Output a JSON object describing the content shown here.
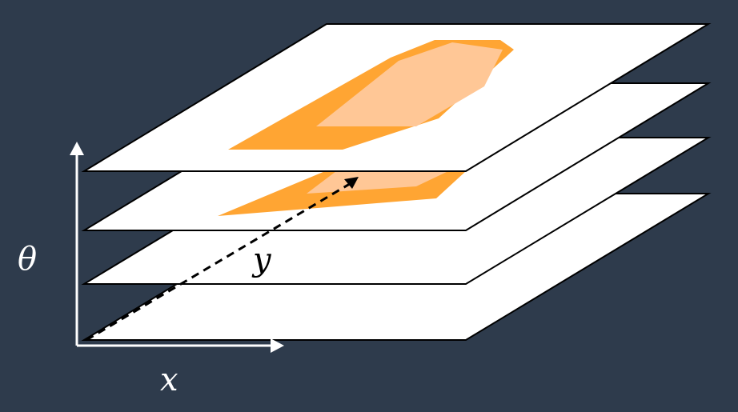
{
  "diagram": {
    "background_color": "#2e3b4c",
    "plane_color": "#ffffff",
    "plane_outline_color": "#000000",
    "region_outer_color": "#ffa533",
    "region_inner_color": "#ffc796",
    "plane_count": 4,
    "labels": {
      "vertical_axis": "θ",
      "horizontal_axis": "x",
      "depth_axis": "y"
    }
  }
}
